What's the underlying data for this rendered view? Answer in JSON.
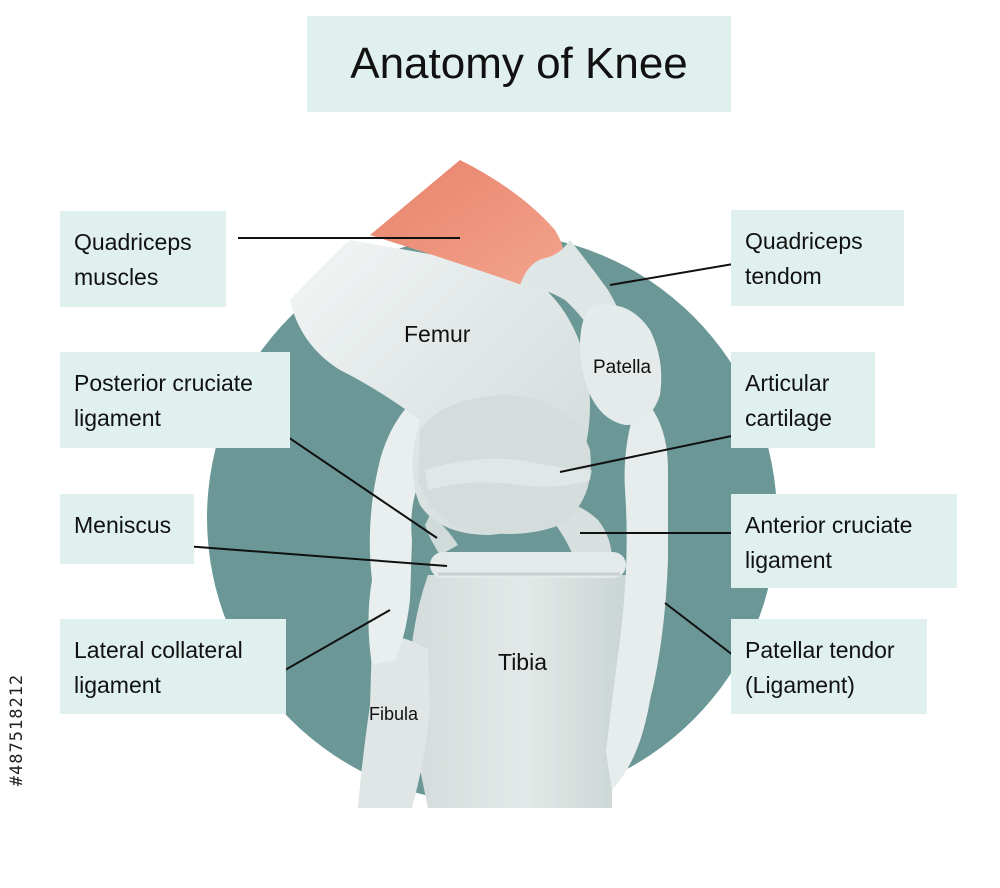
{
  "title": "Anatomy of Knee",
  "labels": {
    "quadriceps_muscles": [
      "Quadriceps",
      "muscles"
    ],
    "quadriceps_tendom": [
      "Quadriceps",
      "tendom"
    ],
    "posterior_cruciate": [
      "Posterior cruciate",
      "ligament"
    ],
    "articular_cartilage": [
      "Articular",
      "cartilage"
    ],
    "meniscus": [
      "Meniscus"
    ],
    "anterior_cruciate": [
      "Anterior cruciate",
      "ligament"
    ],
    "lateral_collateral": [
      "Lateral collateral",
      "ligament"
    ],
    "patellar_tendor": [
      "Patellar tendor",
      "(Ligament)"
    ]
  },
  "parts": {
    "femur": "Femur",
    "patella": "Patella",
    "tibia": "Tibia",
    "fibula": "Fibula"
  },
  "stock_id": "#487518212",
  "colors": {
    "background_circle": "#6b9896",
    "bone": "#e6eceb",
    "bone_shade": "#c9d4d3",
    "muscle": "#f0937a",
    "label_box": "#dff0ee"
  }
}
